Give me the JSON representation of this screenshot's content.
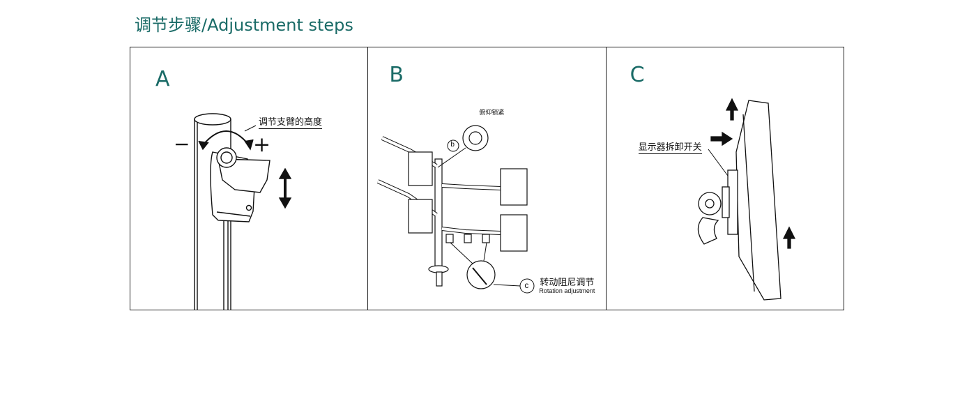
{
  "heading": "调节步骤/Adjustment steps",
  "colors": {
    "accent": "#1a6b67",
    "line": "#111111"
  },
  "panels": [
    {
      "letter": "A",
      "label": "调节支臂的高度",
      "minus": "−",
      "plus": "+"
    },
    {
      "letter": "B",
      "label_top": "俯仰锁紧",
      "callout_b": "b",
      "callout_c": "c",
      "label_cn": "转动阻尼调节",
      "label_en": "Rotation adjustment"
    },
    {
      "letter": "C",
      "label": "显示器拆卸开关"
    }
  ]
}
